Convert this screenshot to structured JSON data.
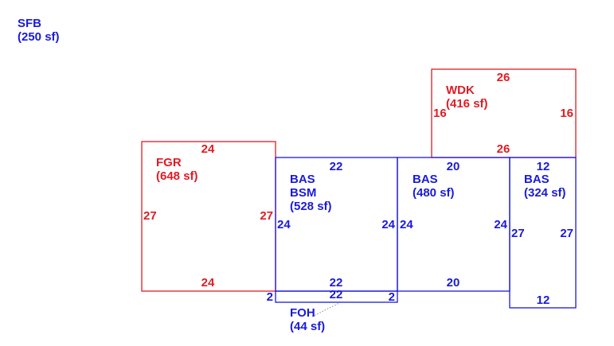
{
  "colors": {
    "red": "#e01b24",
    "blue": "#1a1adb"
  },
  "sfb": {
    "code": "SFB",
    "area": "(250 sf)"
  },
  "wdk": {
    "code": "WDK",
    "area": "(416 sf)",
    "top": "26",
    "bottom": "26",
    "left": "16",
    "right": "16"
  },
  "fgr": {
    "code": "FGR",
    "area": "(648 sf)",
    "top": "24",
    "bottom": "24",
    "left": "27",
    "right": "27"
  },
  "bas1": {
    "code": "BAS",
    "code2": "BSM",
    "area": "(528 sf)",
    "top": "22",
    "bottom": "22",
    "left": "24",
    "right": "24"
  },
  "bas2": {
    "code": "BAS",
    "area": "(480 sf)",
    "top": "20",
    "bottom": "20",
    "left": "24",
    "right": "24"
  },
  "bas3": {
    "code": "BAS",
    "area": "(324 sf)",
    "top": "12",
    "bottom": "12",
    "left": "27",
    "right": "27"
  },
  "foh": {
    "code": "FOH",
    "area": "(44 sf)",
    "top": "22",
    "left": "2",
    "right": "2"
  }
}
